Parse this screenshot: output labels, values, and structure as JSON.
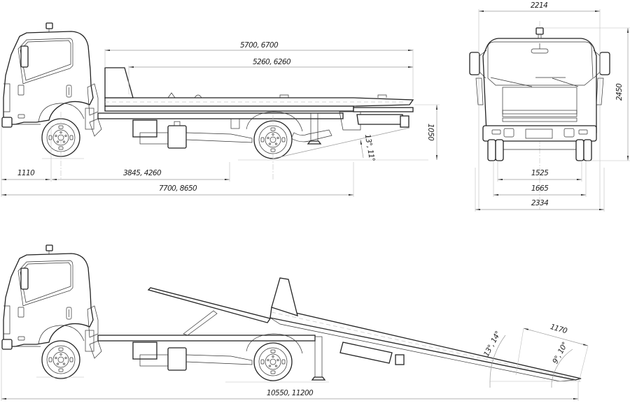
{
  "drawing": {
    "subject": "Tow truck with sliding platform — technical dimension drawing",
    "views": [
      {
        "name": "side-view-transport",
        "label": "Side view, platform in transport position"
      },
      {
        "name": "front-view",
        "label": "Front view"
      },
      {
        "name": "side-view-loading",
        "label": "Side view, platform tilted for loading"
      }
    ]
  },
  "dimensions": {
    "side_transport": {
      "platform_length": "5700, 6700",
      "platform_deck_length": "5260, 6260",
      "front_overhang": "1110",
      "wheelbase": "3845, 4260",
      "overall_length": "7700, 8650",
      "platform_height": "1050",
      "departure_angle": "13°, 11°"
    },
    "front": {
      "cab_width": "2214",
      "overall_height": "2450",
      "front_track": "1525",
      "rear_track": "1665",
      "overall_width": "2334"
    },
    "side_loading": {
      "overall_length_loading": "10550, 11200",
      "ramp_tip_length": "1170",
      "loading_angle": "13°, 14°",
      "ramp_tip_angle": "9°, 10°"
    }
  },
  "colors": {
    "line": "#222222",
    "dimension_line": "#9a9a9a",
    "background": "#ffffff"
  }
}
